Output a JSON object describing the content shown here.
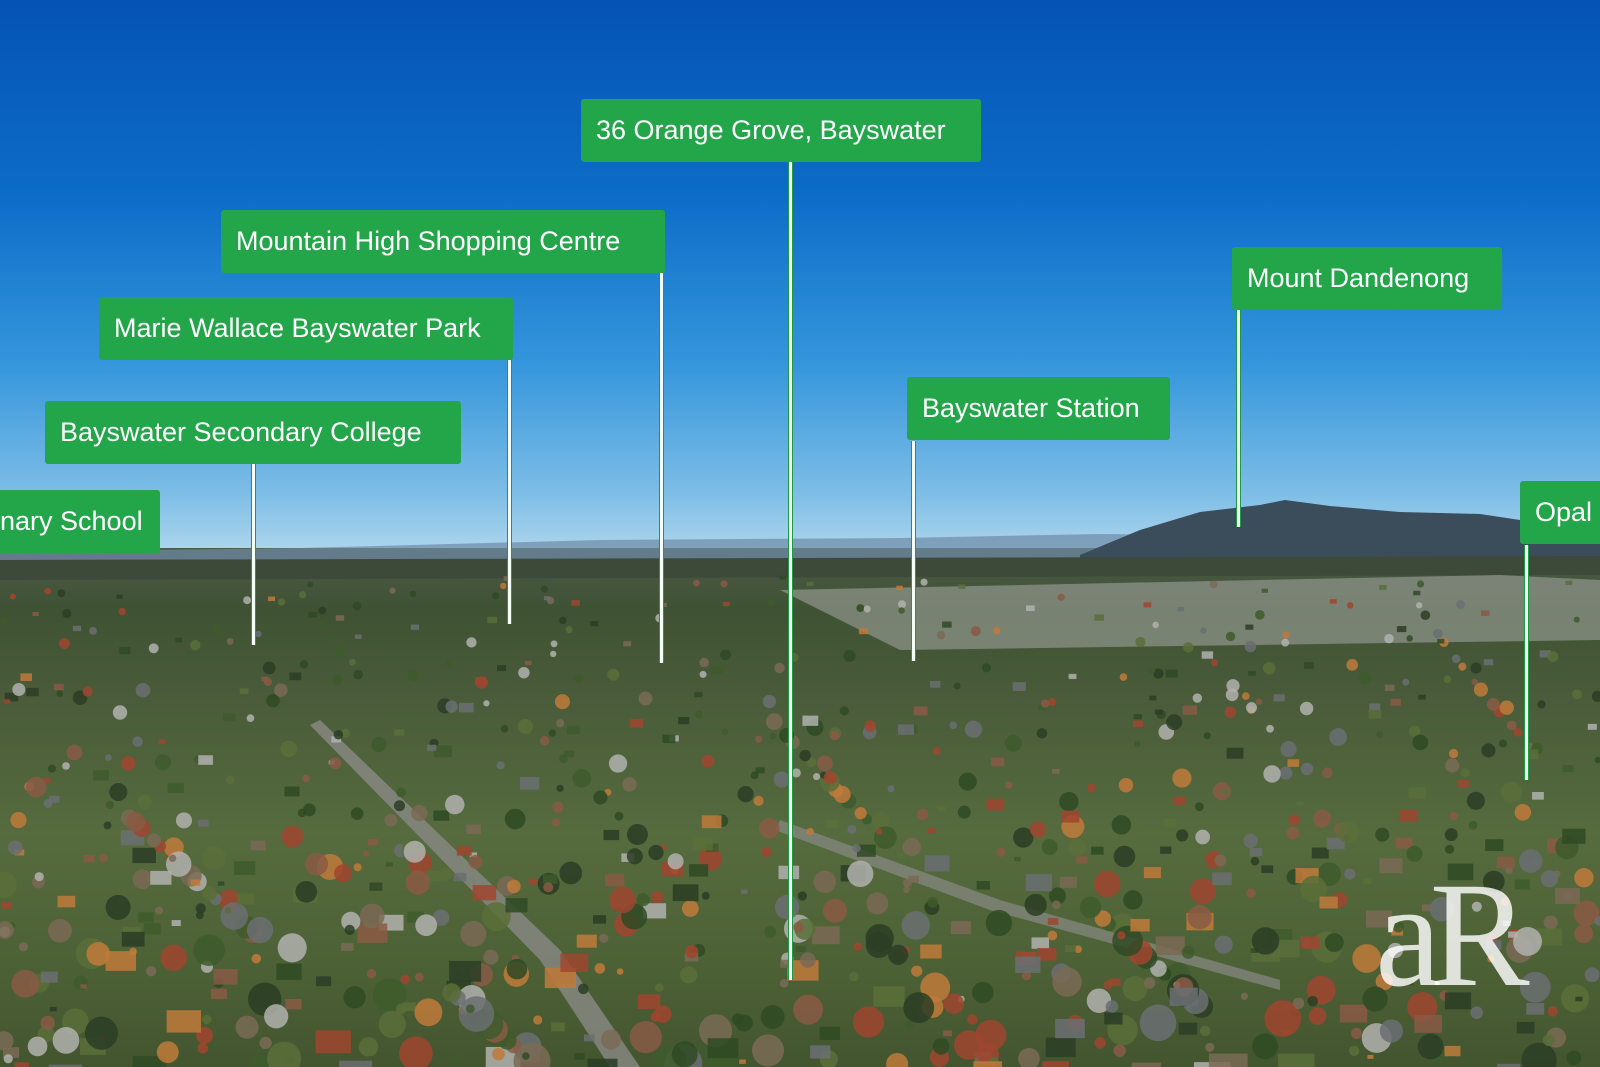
{
  "labels": {
    "property": "36 Orange Grove, Bayswater",
    "shopping": "Mountain High Shopping Centre",
    "park": "Marie Wallace Bayswater Park",
    "secondary": "Bayswater Secondary College",
    "primary": "nary School",
    "station": "Bayswater Station",
    "mountain": "Mount Dandenong",
    "opal": "Opal"
  },
  "watermark": "aR",
  "colors": {
    "label_bg": "#23a64a",
    "label_text": "#ffffff"
  }
}
